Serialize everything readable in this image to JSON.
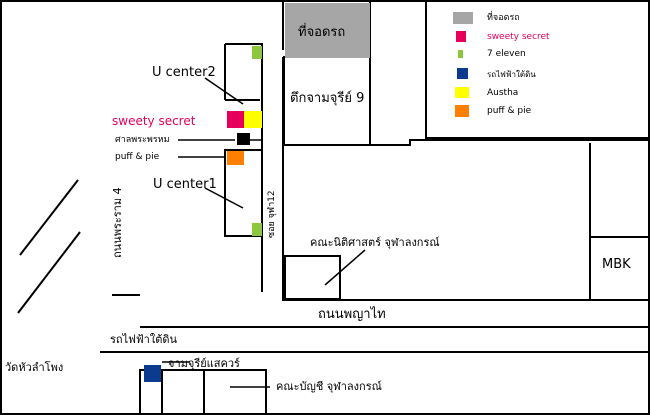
{
  "colors": {
    "parking": "#a6a6a6",
    "sweety_secret": "#e6005c",
    "seven_eleven": "#8cc63f",
    "bts": "#0b3a8f",
    "austha": "#ffff00",
    "puff_pie": "#ff8000",
    "shrine": "#000000"
  },
  "legend": {
    "items": [
      {
        "label": "ที่จอดรถ",
        "color_key": "parking"
      },
      {
        "label": "sweety secret",
        "color_key": "sweety_secret"
      },
      {
        "label": "7 eleven",
        "color_key": "seven_eleven"
      },
      {
        "label": "รถไฟฟ้าใต้ดิน",
        "color_key": "bts"
      },
      {
        "label": "Austha",
        "color_key": "austha"
      },
      {
        "label": "puff & pie",
        "color_key": "puff_pie"
      }
    ]
  },
  "labels": {
    "parking": "ที่จอดรถ",
    "chamchuri9": "ตึกจามจุรีย์ 9",
    "ucenter2": "U center2",
    "ucenter1": "U center1",
    "sweety": "sweety secret",
    "shrine": "ศาลพระพรหม",
    "puffpie": "puff & pie",
    "rama4": "ถนนพระราม 4",
    "soi": "ซอย จุฬา12",
    "law": "คณะนิติศาสตร์ จุฬาลงกรณ์",
    "mbk": "MBK",
    "phayathai": "ถนนพญาไท",
    "subway": "รถไฟฟ้าใต้ดิน",
    "hualamphong": "วัดหัวลำโพง",
    "chamchuri_square": "จามจุรีย์แสควร์",
    "accounting": "คณะบัญชี จุฬาลงกรณ์"
  }
}
